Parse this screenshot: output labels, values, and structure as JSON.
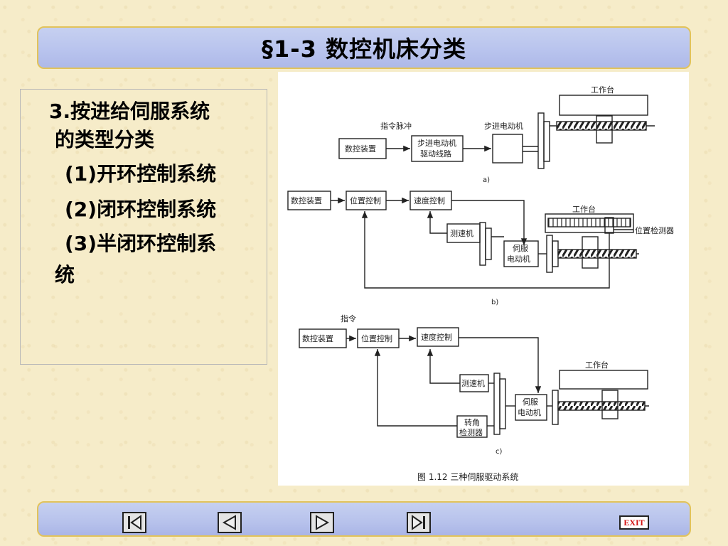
{
  "header": {
    "title": "§1-3  数控机床分类"
  },
  "content": {
    "lines": [
      "3.按进给伺服系统",
      "的类型分类",
      "(1)开环控制系统",
      "(2)闭环控制系统",
      "(3)半闭环控制系",
      "统"
    ]
  },
  "figure": {
    "caption": "图 1.12   三种伺服驱动系统",
    "a": {
      "label": "a)",
      "worktable": "工作台",
      "command_pulse": "指令脉冲",
      "stepper_motor": "步进电动机",
      "nc_unit": "数控装置",
      "driver_line1": "步进电动机",
      "driver_line2": "驱动线路"
    },
    "b": {
      "label": "b)",
      "nc_unit": "数控装置",
      "position_control": "位置控制",
      "speed_control": "速度控制",
      "worktable": "工作台",
      "tachometer": "测速机",
      "servo_line1": "伺服",
      "servo_line2": "电动机",
      "position_detector": "位置检测器"
    },
    "c": {
      "label": "c)",
      "command": "指令",
      "nc_unit": "数控装置",
      "position_control": "位置控制",
      "speed_control": "速度控制",
      "worktable": "工作台",
      "tachometer": "测速机",
      "servo_line1": "伺服",
      "servo_line2": "电动机",
      "angle_line1": "转角",
      "angle_line2": "检测器"
    }
  },
  "nav": {
    "exit_label": "EXIT"
  }
}
